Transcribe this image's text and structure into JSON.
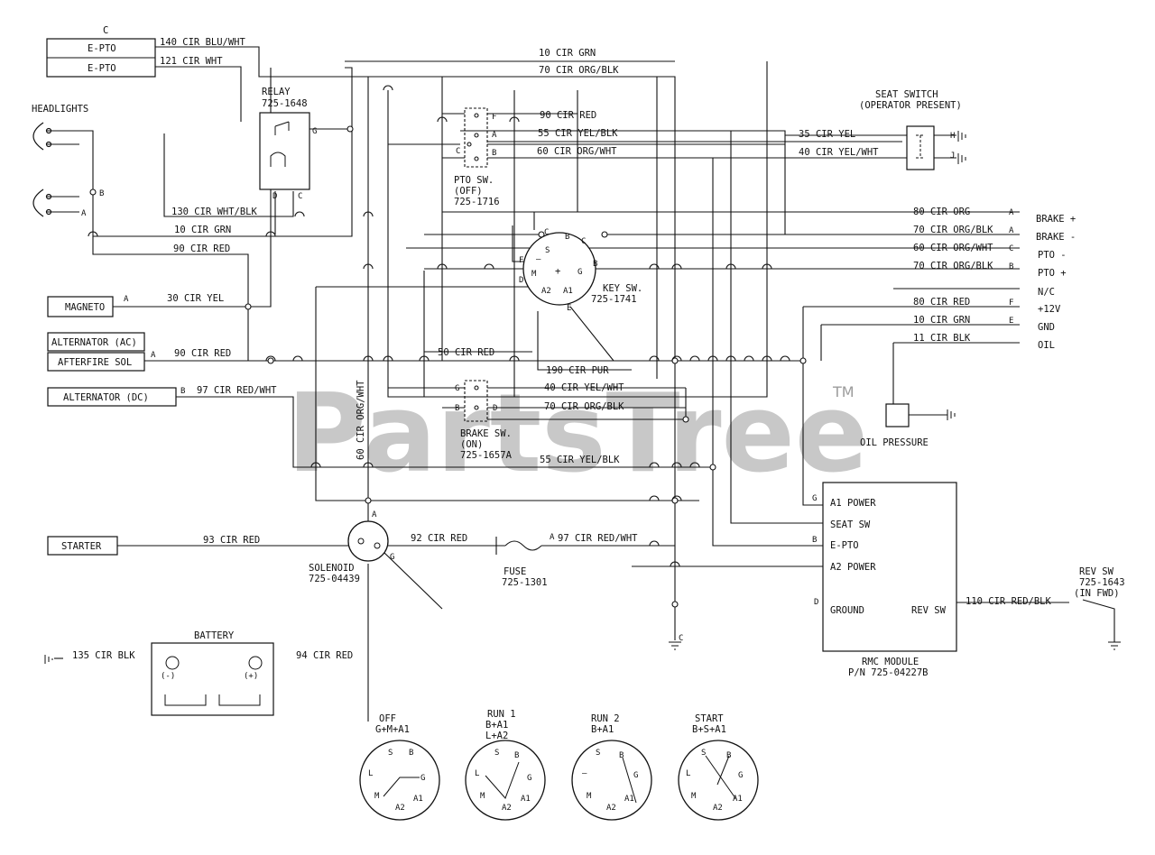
{
  "watermark": "PartsTree",
  "trademark": "TM",
  "top_letter": "C",
  "components": {
    "epto_1": "E-PTO",
    "epto_2": "E-PTO",
    "headlights": "HEADLIGHTS",
    "relay": "RELAY",
    "relay_pn": "725-1648",
    "magneto": "MAGNETO",
    "alternator_ac": "ALTERNATOR (AC)",
    "afterfire": "AFTERFIRE SOL",
    "alternator_dc": "ALTERNATOR (DC)",
    "starter": "STARTER",
    "solenoid": "SOLENOID",
    "solenoid_pn": "725-04439",
    "fuse": "FUSE",
    "fuse_pn": "725-1301",
    "battery": "BATTERY",
    "pto_sw": "PTO SW.",
    "pto_sw_state": "(OFF)",
    "pto_sw_pn": "725-1716",
    "key_sw": "KEY SW.",
    "key_sw_pn": "725-1741",
    "brake_sw": "BRAKE SW.",
    "brake_sw_state": "(ON)",
    "brake_sw_pn": "725-1657A",
    "seat_switch": "SEAT SWITCH",
    "seat_switch_sub": "(OPERATOR PRESENT)",
    "oil_pressure": "OIL PRESSURE",
    "rmc_module": "RMC MODULE",
    "rmc_pn": "P/N 725-04227B",
    "rev_sw": "REV SW",
    "rev_sw_pn": "725-1643",
    "rev_sw_state": "(IN FWD)"
  },
  "rmc_pins": {
    "a1_power": "A1 POWER",
    "seat_sw": "SEAT SW",
    "e_pto": "E-PTO",
    "a2_power": "A2 POWER",
    "ground": "GROUND",
    "rev_sw": "REV SW"
  },
  "wires": {
    "w140": "140 CIR BLU/WHT",
    "w121": "121 CIR WHT",
    "w10a": "10 CIR GRN",
    "w70a": "70 CIR ORG/BLK",
    "w90a": "90 CIR RED",
    "w55a": "55 CIR YEL/BLK",
    "w60a": "60 CIR ORG/WHT",
    "w130": "130 CIR WHT/BLK",
    "w10b": "10 CIR GRN",
    "w90b": "90 CIR RED",
    "w30": "30 CIR YEL",
    "w90c": "90 CIR RED",
    "w97": "97 CIR RED/WHT",
    "w50": "50 CIR RED",
    "w190": "190 CIR PUR",
    "w40a": "40 CIR YEL/WHT",
    "w70b": "70 CIR ORG/BLK",
    "w60v": "60 CIR ORG/WHT",
    "w55b": "55 CIR YEL/BLK",
    "w35": "35 CIR YEL",
    "w40b": "40 CIR YEL/WHT",
    "w80r": "80 CIR ORG",
    "w70r": "70 CIR ORG/BLK",
    "w60r": "60 CIR ORG/WHT",
    "w70rb": "70 CIR ORG/BLK",
    "w80red": "80 CIR RED",
    "w10grn": "10 CIR GRN",
    "w11": "11 CIR BLK",
    "w93": "93 CIR RED",
    "w92": "92 CIR RED",
    "w97b": "97 CIR RED/WHT",
    "w135": "135 CIR BLK",
    "w94": "94 CIR RED",
    "w110": "110 CIR RED/BLK"
  },
  "right_labels": {
    "brake_plus": "BRAKE +",
    "brake_minus": "BRAKE -",
    "pto_minus": "PTO -",
    "pto_plus": "PTO +",
    "nc": "N/C",
    "p12v": "+12V",
    "gnd": "GND",
    "oil": "OIL"
  },
  "right_letters": [
    "A",
    "A",
    "C",
    "B",
    "F",
    "E"
  ],
  "battery_terminals": {
    "neg": "(-)",
    "pos": "(+)"
  },
  "key_positions": [
    {
      "title": "OFF",
      "combo": "G+M+A1",
      "combo2": ""
    },
    {
      "title": "RUN 1",
      "combo": "B+A1",
      "combo2": "L+A2"
    },
    {
      "title": "RUN 2",
      "combo": "B+A1",
      "combo2": ""
    },
    {
      "title": "START",
      "combo": "B+S+A1",
      "combo2": ""
    }
  ]
}
